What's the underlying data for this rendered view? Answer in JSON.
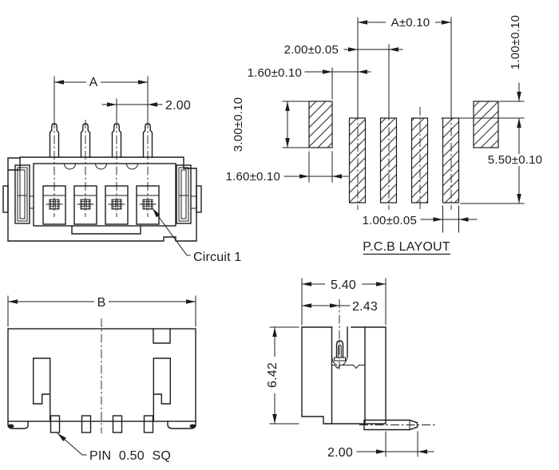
{
  "drawing": {
    "colors": {
      "line": "#1c1c1c",
      "background": "#ffffff"
    },
    "front": {
      "dim_span": "A",
      "dim_pitch": "2.00",
      "circuit_label": "Circuit 1"
    },
    "pcb": {
      "title": "P.C.B LAYOUT",
      "dim_span": "A±0.10",
      "dim_pitch": "2.00±0.05",
      "dim_edge_to_pad": "1.60±0.10",
      "dim_nail_width": "1.60±0.10",
      "dim_nail_height": "3.00±0.10",
      "dim_pad_width": "1.00±0.05",
      "dim_top_offset": "1.00±0.10",
      "dim_pattern_height": "5.50±0.10"
    },
    "rear": {
      "dim_width": "B",
      "pin_label": "PIN 0.50 SQ"
    },
    "side": {
      "dim_width": "5.40",
      "dim_center_offset": "2.43",
      "dim_height": "6.42",
      "dim_pin_length": "2.00"
    }
  }
}
